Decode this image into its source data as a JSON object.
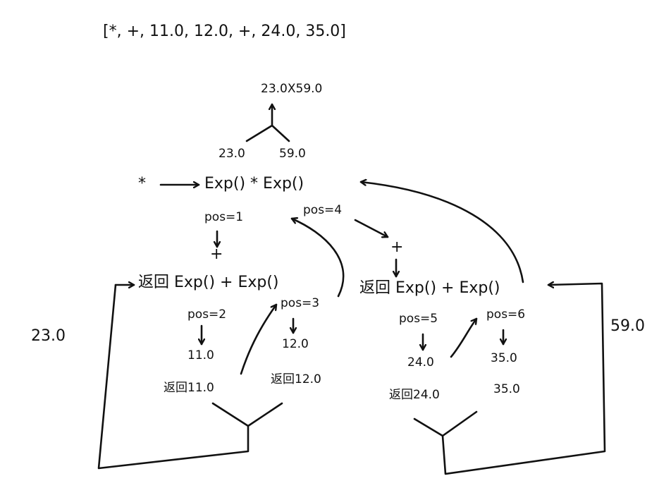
{
  "diagram": {
    "input_list": "[*, +, 11.0, 12.0, +, 24.0, 35.0]",
    "root": {
      "result": "23.0X59.0",
      "left_value": "23.0",
      "right_value": "59.0",
      "operator": "*",
      "expression": "Exp() * Exp()"
    },
    "left_branch": {
      "pos_label": "pos=1",
      "operator": "+",
      "expression": "返回 Exp() + Exp()",
      "left_pos": "pos=2",
      "left_value": "11.0",
      "left_return": "返回11.0",
      "right_pos": "pos=3",
      "right_value": "12.0",
      "right_return": "返回12.0",
      "result": "23.0"
    },
    "right_branch": {
      "pos_label": "pos=4",
      "operator": "+",
      "expression": "返回 Exp() + Exp()",
      "left_pos": "pos=5",
      "left_value": "24.0",
      "left_return": "返回24.0",
      "right_pos": "pos=6",
      "right_value": "35.0",
      "right_return": "35.0",
      "result": "59.0"
    }
  },
  "colors": {
    "ink": "#111111",
    "paper": "#ffffff"
  }
}
